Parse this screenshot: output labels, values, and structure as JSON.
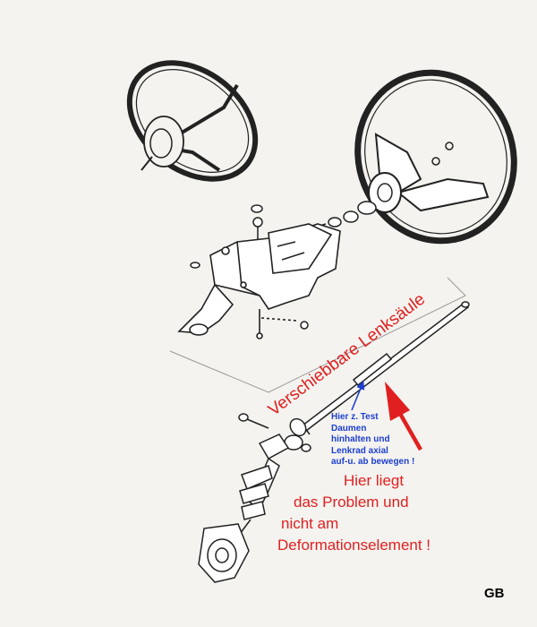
{
  "labels": {
    "rotated": "Verschiebbare Lenksäule",
    "blue_note": [
      "Hier z. Test",
      "Daumen",
      "hinhalten und",
      "Lenkrad axial",
      "auf-u. ab bewegen !"
    ],
    "red_note": [
      "Hier liegt",
      "das Problem und",
      "nicht am",
      "Deformationselement !"
    ],
    "initials": "GB"
  },
  "colors": {
    "annotation_red": "#e02020",
    "annotation_blue": "#1d3fd0",
    "line_art": "#222222",
    "paper": "#f4f3ef"
  }
}
